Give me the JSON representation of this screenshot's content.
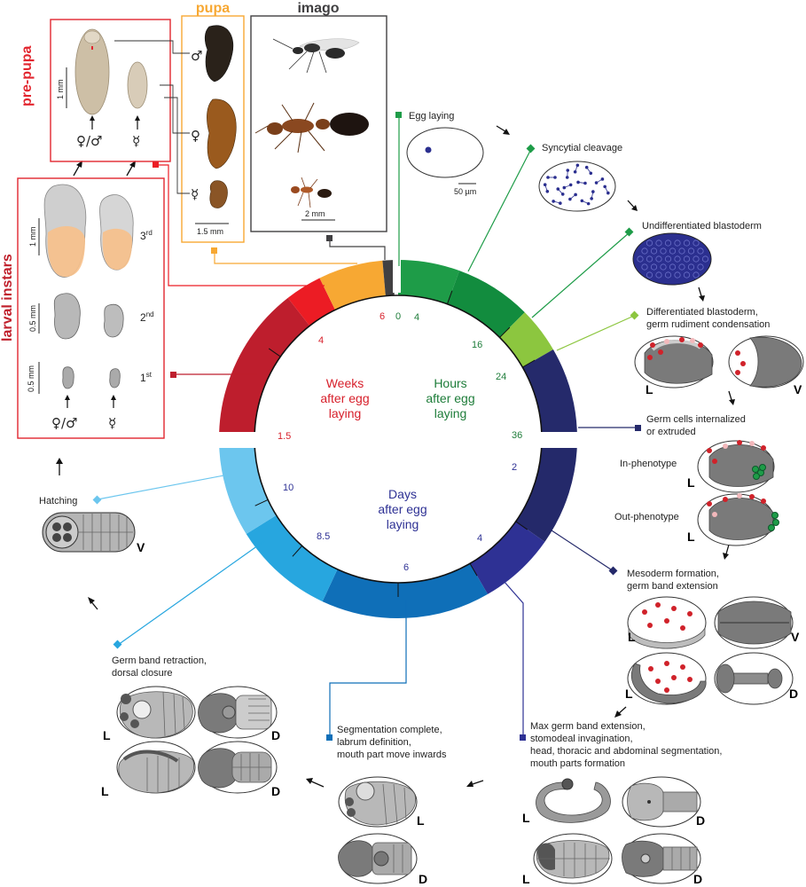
{
  "ring": {
    "hours": {
      "title_lines": [
        "Hours",
        "after egg",
        "laying"
      ],
      "ticks": [
        "0",
        "4",
        "16",
        "24",
        "36"
      ]
    },
    "days": {
      "title_lines": [
        "Days",
        "after egg",
        "laying"
      ],
      "ticks": [
        "2",
        "4",
        "6",
        "8.5",
        "10"
      ]
    },
    "weeks": {
      "title_lines": [
        "Weeks",
        "after egg",
        "laying"
      ],
      "ticks": [
        "1.5",
        "4",
        "6"
      ]
    }
  },
  "stages": {
    "egg_laying": "Egg laying",
    "scale_50um": "50 µm",
    "syncytial": "Syncytial cleavage",
    "undiff": "Undifferentiated blastoderm",
    "diff": [
      "Differentiated blastoderm,",
      "germ rudiment condensation"
    ],
    "germ_cells": [
      "Germ cells internalized",
      "or extruded"
    ],
    "in_phenotype": "In-phenotype",
    "out_phenotype": "Out-phenotype",
    "mesoderm": [
      "Mesoderm formation,",
      "germ band extension"
    ],
    "max_germ": [
      "Max germ band extension,",
      "stomodeal invagination,",
      "head, thoracic and abdominal segmentation,",
      "mouth parts formation"
    ],
    "segmentation": [
      "Segmentation complete,",
      "labrum definition,",
      "mouth part move inwards"
    ],
    "retraction": [
      "Germ band retraction,",
      "dorsal closure"
    ],
    "hatching": "Hatching"
  },
  "views": {
    "lateral": "L",
    "ventral": "V",
    "dorsal": "D"
  },
  "panels": {
    "pupa": {
      "title": "pupa",
      "scale": "1.5 mm"
    },
    "imago": {
      "title": "imago",
      "scale": "2 mm"
    },
    "prepupa": {
      "title": "pre-pupa",
      "scale": "1 mm"
    },
    "larval": {
      "title": "larval instars",
      "scales": [
        "1 mm",
        "0.5 mm",
        "0.5 mm"
      ],
      "instar_3": "3",
      "instar_3_sup": "rd",
      "instar_2": "2",
      "instar_2_sup": "nd",
      "instar_1": "1",
      "instar_1_sup": "st"
    },
    "symbols": {
      "queen_male": "♀/♂",
      "worker": "☿",
      "male": "♂",
      "queen": "♀"
    }
  },
  "colors": {
    "hours": [
      "#1e9c48",
      "#128c3e",
      "#8cc63f",
      "#252a6b"
    ],
    "days": [
      "#24296a",
      "#2e3194",
      "#0f6fb8",
      "#27a6df",
      "#6cc6ee"
    ],
    "weeks": [
      "#be1e2d",
      "#ec1c24",
      "#f7a833",
      "#414042"
    ],
    "red_frame": "#e2262f",
    "orange_frame": "#f7a833"
  }
}
